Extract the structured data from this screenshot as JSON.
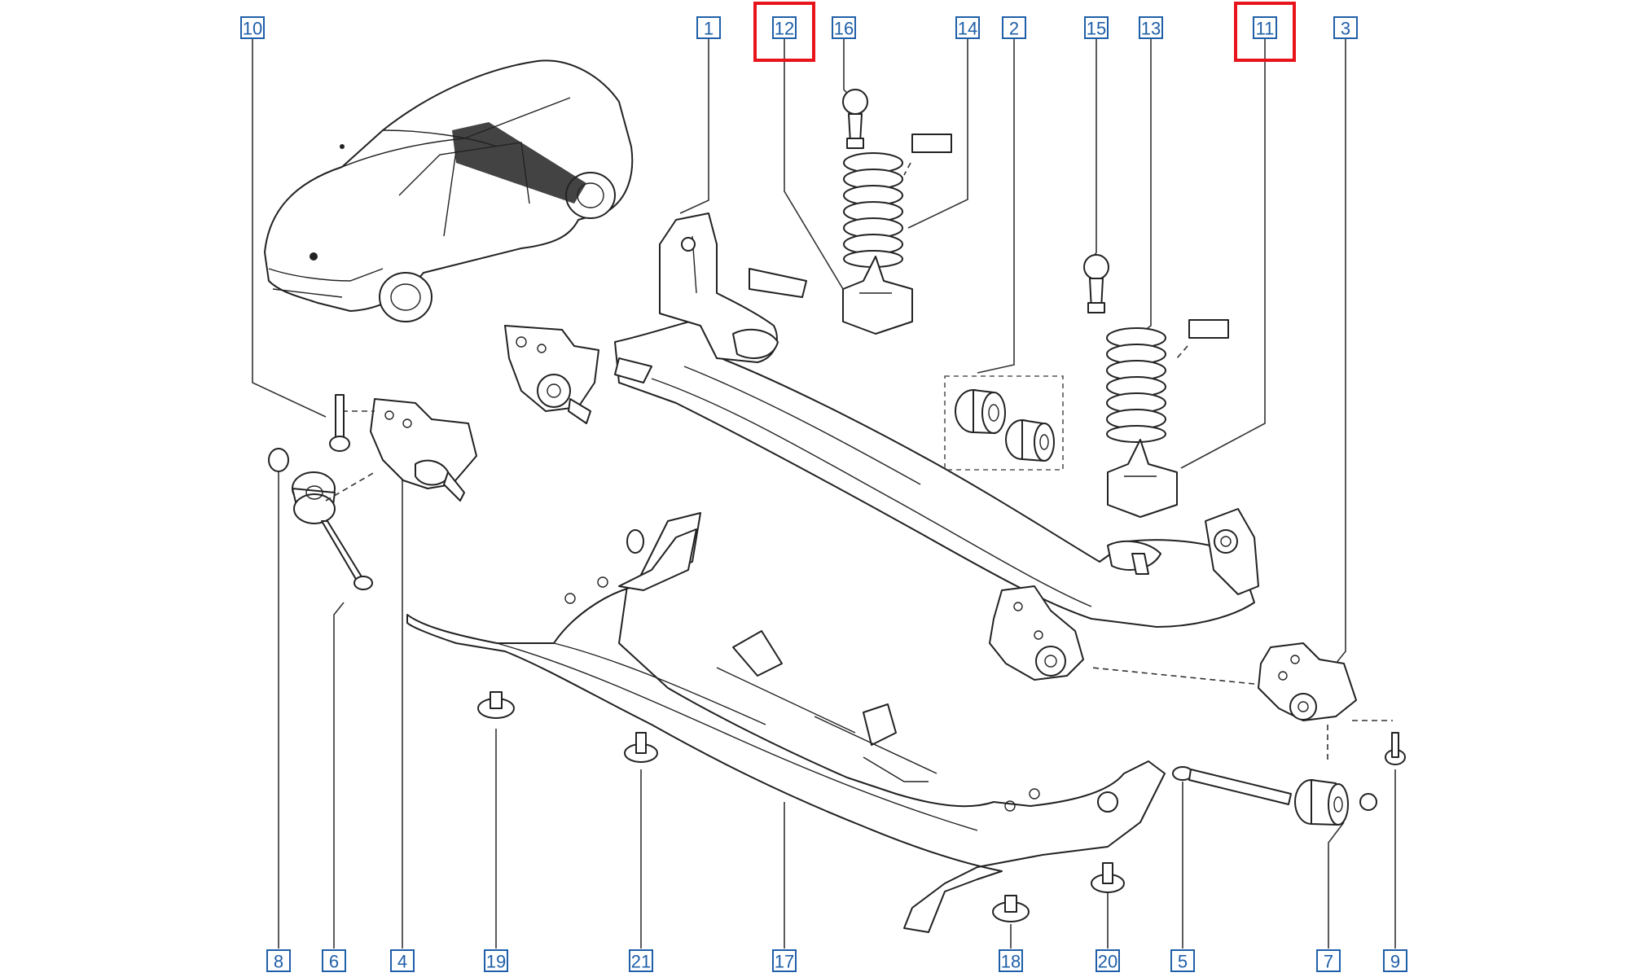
{
  "highlight_color": "#e8141b",
  "callout_color": "#1f5fa8",
  "callouts": [
    {
      "id": "c10",
      "label": "10",
      "highlighted": false
    },
    {
      "id": "c1",
      "label": "1",
      "highlighted": false
    },
    {
      "id": "c12",
      "label": "12",
      "highlighted": true
    },
    {
      "id": "c16",
      "label": "16",
      "highlighted": false
    },
    {
      "id": "c14",
      "label": "14",
      "highlighted": false
    },
    {
      "id": "c2",
      "label": "2",
      "highlighted": false
    },
    {
      "id": "c15",
      "label": "15",
      "highlighted": false
    },
    {
      "id": "c13",
      "label": "13",
      "highlighted": false
    },
    {
      "id": "c11",
      "label": "11",
      "highlighted": true
    },
    {
      "id": "c3",
      "label": "3",
      "highlighted": false
    },
    {
      "id": "c8",
      "label": "8",
      "highlighted": false
    },
    {
      "id": "c6",
      "label": "6",
      "highlighted": false
    },
    {
      "id": "c4",
      "label": "4",
      "highlighted": false
    },
    {
      "id": "c19",
      "label": "19",
      "highlighted": false
    },
    {
      "id": "c21",
      "label": "21",
      "highlighted": false
    },
    {
      "id": "c17",
      "label": "17",
      "highlighted": false
    },
    {
      "id": "c18",
      "label": "18",
      "highlighted": false
    },
    {
      "id": "c20",
      "label": "20",
      "highlighted": false
    },
    {
      "id": "c5",
      "label": "5",
      "highlighted": false
    },
    {
      "id": "c7",
      "label": "7",
      "highlighted": false
    },
    {
      "id": "c9",
      "label": "9",
      "highlighted": false
    }
  ]
}
